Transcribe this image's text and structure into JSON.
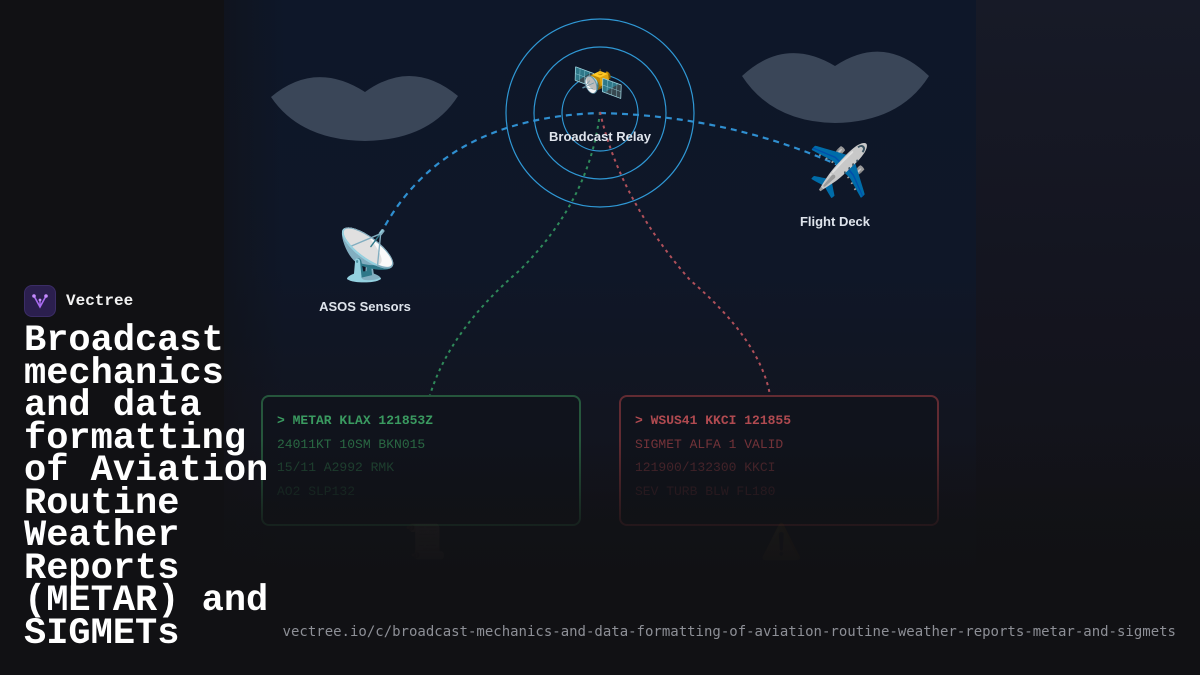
{
  "brand": {
    "name": "Vectree",
    "accent": "#a86bf0"
  },
  "title": "Broadcast mechanics and data formatting of Aviation Routine Weather Reports (METAR) and SIGMETs",
  "url": "vectree.io/c/broadcast-mechanics-and-data-formatting-of-aviation-routine-weather-reports-metar-and-sigmets",
  "diagram": {
    "nodes": {
      "relay": {
        "label": "Broadcast Relay",
        "icon": "🛰️",
        "icon_name": "satellite-icon"
      },
      "sensors": {
        "label": "ASOS Sensors",
        "icon": "📡",
        "icon_name": "satellite-dish-icon"
      },
      "flight_deck": {
        "label": "Flight Deck",
        "icon": "✈️",
        "icon_name": "airplane-icon"
      }
    },
    "colors": {
      "broadcast_link": "#2f8fd0",
      "metar_link": "#2f8a5a",
      "sigmet_link": "#b0505a",
      "relay_rings": "#33a6e8",
      "cloud": "#3a4658"
    },
    "metar_panel": {
      "lines": [
        "> METAR KLAX 121853Z",
        "24011KT 10SM BKN015",
        "15/11 A2992 RMK",
        "AO2 SLP132"
      ],
      "ghost_icon": "📜",
      "ghost_icon_name": "scroll-icon"
    },
    "sigmet_panel": {
      "lines": [
        "> WSUS41 KKCI 121855",
        "SIGMET ALFA 1 VALID",
        "121900/132300 KKCI",
        "SEV TURB BLW FL180"
      ],
      "ghost_icon": "⚠️",
      "ghost_icon_name": "warning-icon"
    }
  }
}
